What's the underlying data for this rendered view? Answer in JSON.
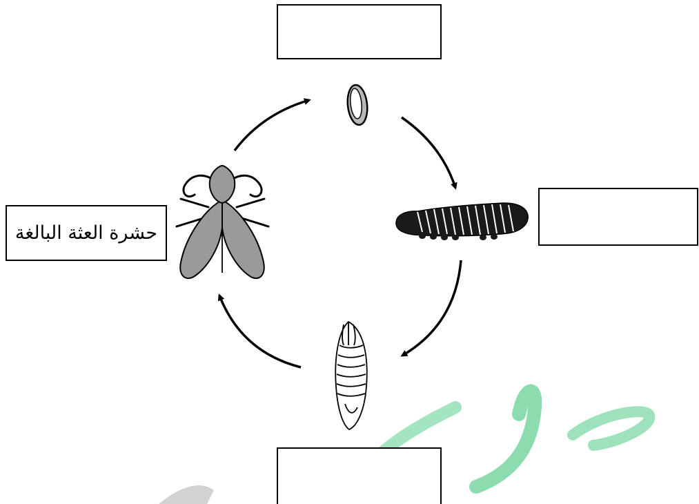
{
  "diagram": {
    "labels": {
      "egg": "",
      "larva": "",
      "pupa": "",
      "adult": "حشرة العثة البالغة"
    },
    "stages": [
      "egg",
      "larva",
      "pupa",
      "adult"
    ],
    "icons": {
      "egg": "egg-icon",
      "larva": "caterpillar-icon",
      "pupa": "pupa-icon",
      "adult": "moth-icon"
    },
    "colors": {
      "moth_wing": "#9a9a9a",
      "egg_fill": "#b8b8b8",
      "caterpillar": "#1a1a1a",
      "watermark_green": "#3dc47a",
      "watermark_gray": "#c8c8c8"
    }
  }
}
